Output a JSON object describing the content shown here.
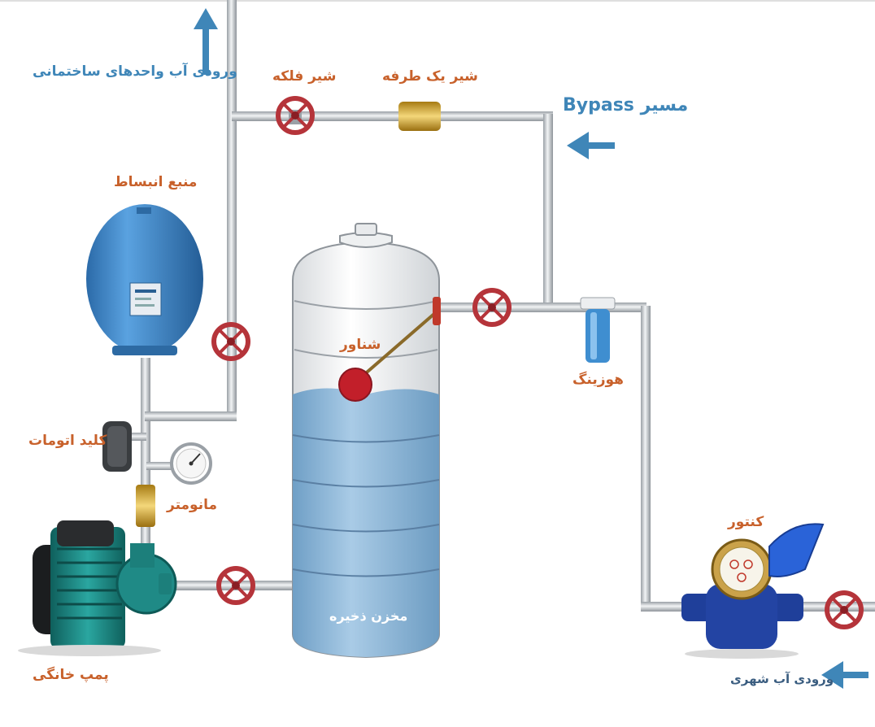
{
  "labels": {
    "building_water_inlet": "ورودی آب واحدهای ساختمانی",
    "gate_valve": "شیر فلکه",
    "check_valve": "شیر یک طرفه",
    "bypass_path": "مسیر Bypass",
    "expansion_tank": "منبع انبساط",
    "float_valve": "شناور",
    "housing_filter": "هوزینگ",
    "automatic_switch": "کلید اتومات",
    "pressure_gauge": "مانومتر",
    "water_meter": "کنتور",
    "storage_tank": "مخزن ذخیره",
    "home_pump": "پمپ خانگی",
    "city_water_inlet": "ورودی آب شهری"
  },
  "colors": {
    "label_orange": "#c8612b",
    "label_blue": "#3f86b8",
    "pipe": "#c9cdd1",
    "valve_red": "#b5343a",
    "tank_water": "#8fb9d9",
    "expansion_tank_blue": "#3f86c8",
    "pump_teal": "#1f8a86",
    "brass": "#d4aa3c"
  }
}
